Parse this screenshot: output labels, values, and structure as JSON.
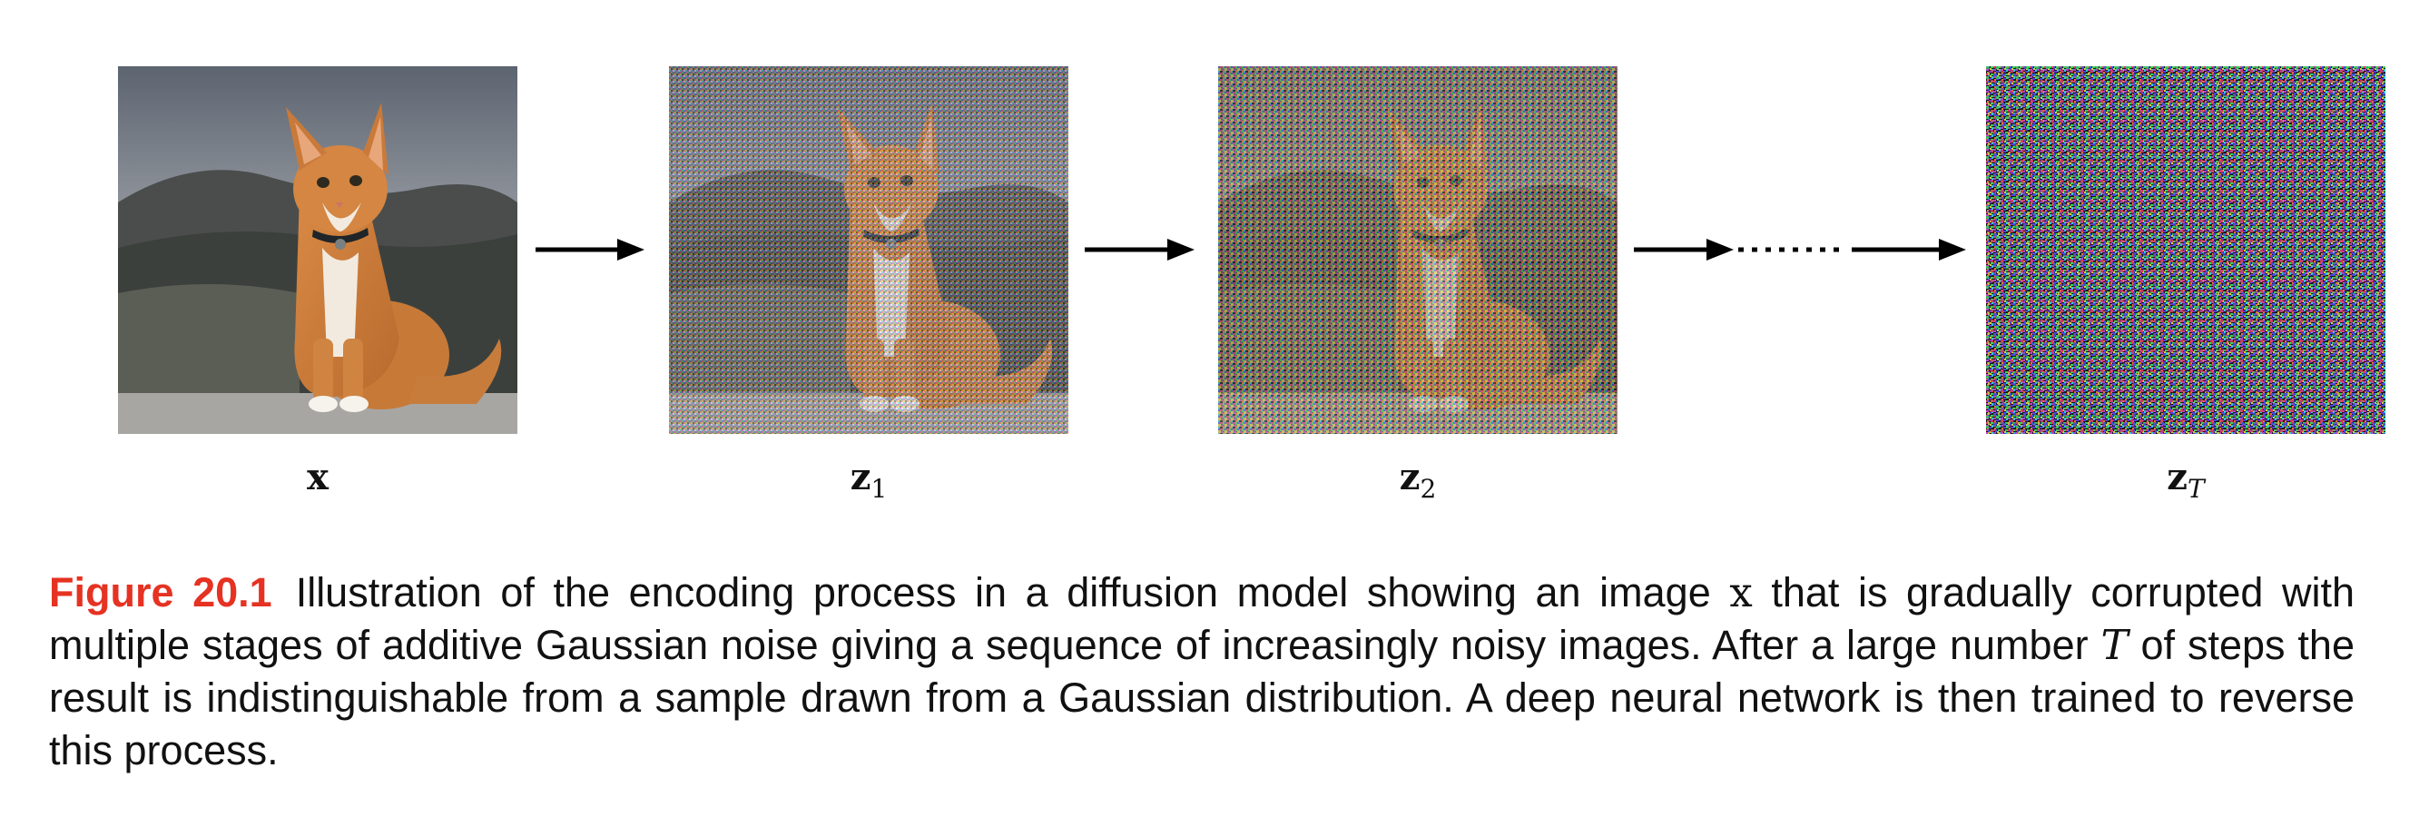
{
  "figure": {
    "panels": [
      {
        "id": "x",
        "label_main": "x",
        "label_sub": "",
        "kind": "clean-cat"
      },
      {
        "id": "z1",
        "label_main": "z",
        "label_sub": "1",
        "kind": "noisy-cat-light"
      },
      {
        "id": "z2",
        "label_main": "z",
        "label_sub": "2",
        "kind": "noisy-cat-heavy"
      },
      {
        "id": "zT",
        "label_main": "z",
        "label_sub": "T",
        "kind": "pure-noise"
      }
    ]
  },
  "caption": {
    "figure_label": "Figure 20.1",
    "part1": "Illustration of the encoding process in a diffusion model showing an image",
    "var_x": "x",
    "part2": "that is gradually corrupted with multiple stages of additive Gaussian noise giving a sequence of increasingly noisy images. After a large number",
    "var_T": "T",
    "part3": "of steps the result is indistinguishable from a sample drawn from a Gaussian distribution.  A deep neural network is then trained to reverse this process.",
    "label_color": "#e63222"
  }
}
